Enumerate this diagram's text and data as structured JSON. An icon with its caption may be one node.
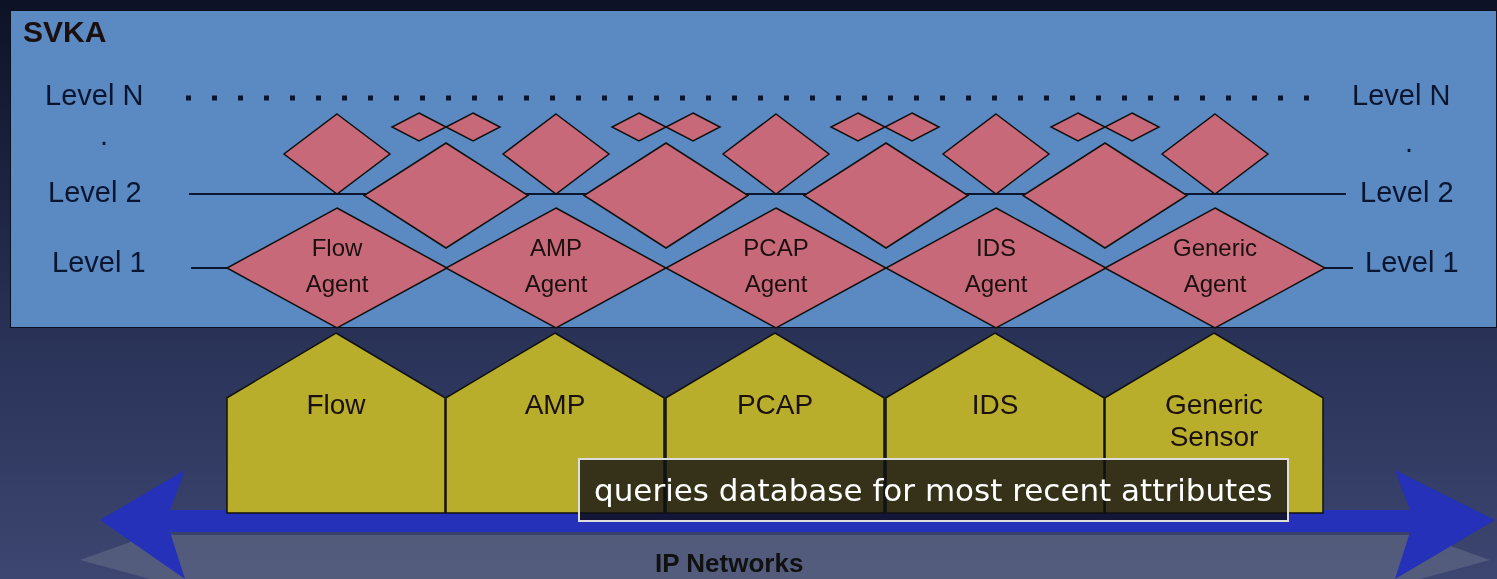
{
  "diagram": {
    "caption": "queries database for most recent attributes",
    "nodes": [
      {
        "text": [
          "SVKA"
        ]
      },
      {
        "text": [],
        "shape": "diamond",
        "in": 0
      },
      {
        "text": [],
        "shape": "diamond",
        "in": 0
      },
      {
        "text": [],
        "shape": "diamond",
        "in": 0
      },
      {
        "text": [],
        "shape": "diamond",
        "in": 0
      },
      {
        "text": [],
        "shape": "diamond",
        "in": 0
      },
      {
        "text": [],
        "shape": "diamond",
        "in": 0
      },
      {
        "text": [],
        "shape": "diamond",
        "in": 0
      },
      {
        "text": [],
        "shape": "diamond",
        "in": 0
      },
      {
        "text": [],
        "shape": "diamond",
        "in": 0
      },
      {
        "text": [],
        "shape": "diamond",
        "in": 0
      },
      {
        "text": [],
        "shape": "diamond",
        "in": 0
      },
      {
        "text": [],
        "shape": "diamond",
        "in": 0
      },
      {
        "text": [],
        "shape": "diamond",
        "in": 0
      },
      {
        "text": [],
        "shape": "diamond",
        "in": 0
      },
      {
        "text": [],
        "shape": "diamond",
        "in": 0
      },
      {
        "text": [],
        "shape": "diamond",
        "in": 0
      },
      {
        "text": [],
        "shape": "diamond",
        "in": 0
      },
      {
        "text": [
          "Flow Agent"
        ],
        "in": 0
      },
      {
        "text": [
          "AMP Agent"
        ],
        "in": 0
      },
      {
        "text": [
          "PCAP Agent"
        ],
        "in": 0
      },
      {
        "text": [
          "IDS Agent"
        ],
        "in": 0
      },
      {
        "text": [
          "Generic Agent"
        ],
        "in": 0
      },
      {
        "text": [
          "Flow"
        ]
      },
      {
        "text": [
          "AMP"
        ]
      },
      {
        "text": [
          "PCAP"
        ]
      },
      {
        "text": [
          "IDS"
        ]
      },
      {
        "text": [
          "Generic Sensor"
        ]
      }
    ],
    "edges": [],
    "labels": [
      "Level N",
      "Level N",
      ".",
      ".",
      "Level 2",
      "Level 2",
      "Level 1",
      "Level 1",
      "IP Networks"
    ]
  }
}
